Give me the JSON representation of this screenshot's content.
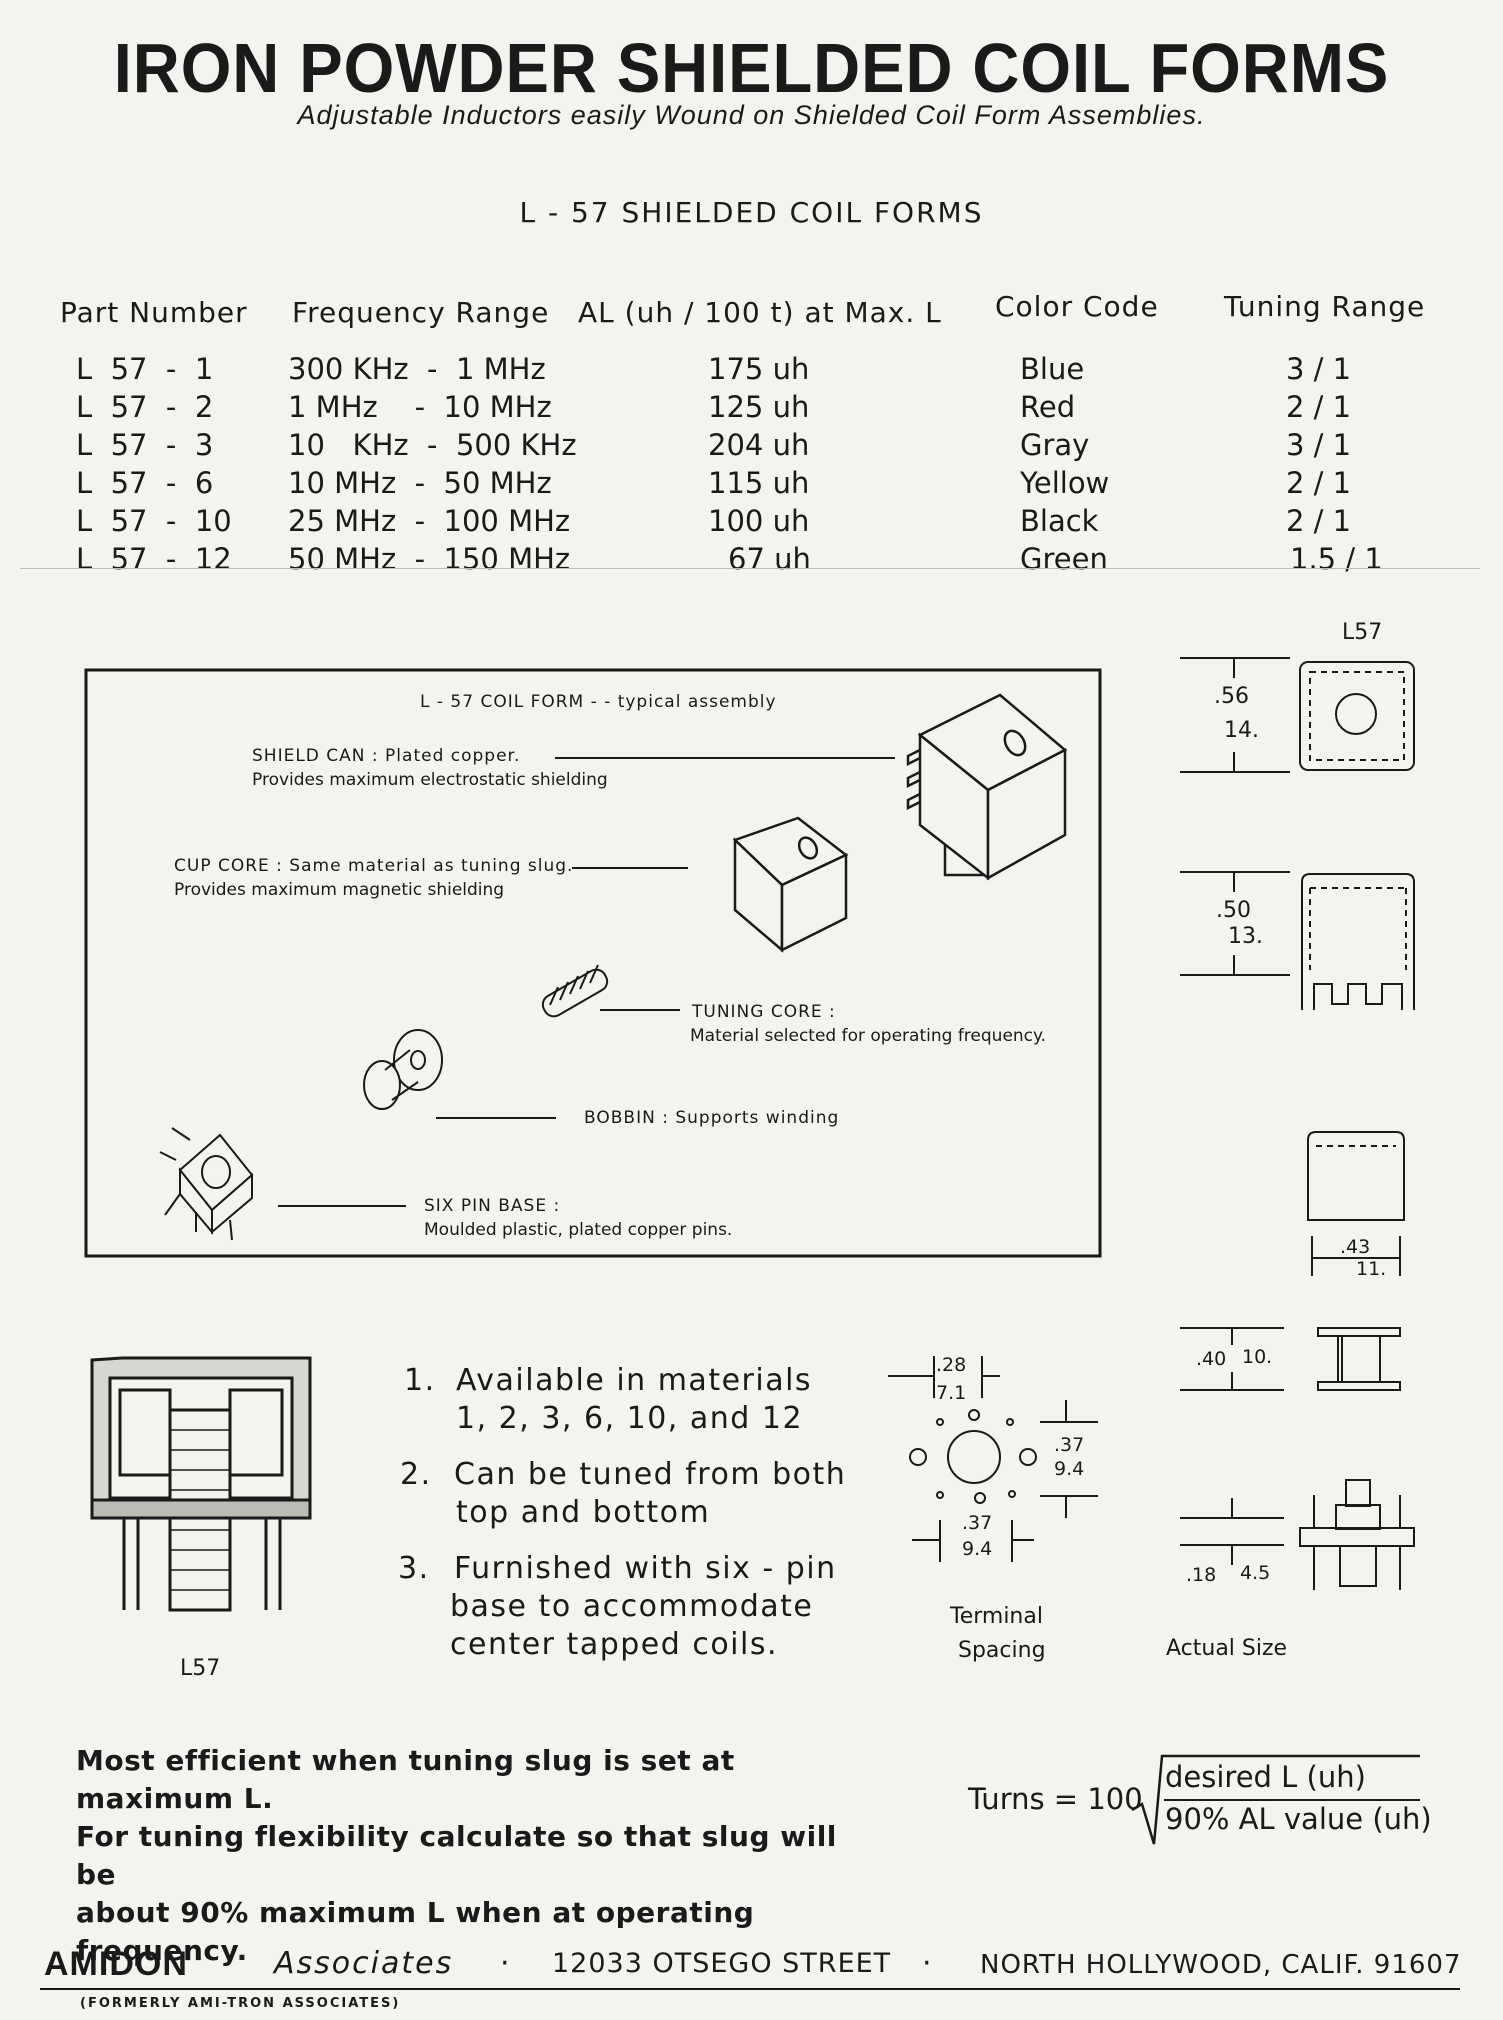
{
  "header": {
    "title": "IRON POWDER SHIELDED COIL FORMS",
    "subtitle": "Adjustable Inductors easily Wound on Shielded  Coil Form Assemblies.",
    "section_title": "L - 57   SHIELDED COIL FORMS"
  },
  "table": {
    "columns": [
      "Part Number",
      "Frequency Range",
      "AL (uh / 100 t) at Max. L",
      "Color Code",
      "Tuning Range"
    ],
    "rows": [
      {
        "part": "L  57  -  1",
        "freq": "300 KHz  -  1 MHz",
        "al": "175 uh",
        "color": "Blue",
        "tuning": "3 / 1"
      },
      {
        "part": "L  57  -  2",
        "freq": "1 MHz    -  10 MHz",
        "al": "125 uh",
        "color": "Red",
        "tuning": "2 / 1"
      },
      {
        "part": "L  57  -  3",
        "freq": "10   KHz  -  500 KHz",
        "al": "204 uh",
        "color": "Gray",
        "tuning": "3 / 1"
      },
      {
        "part": "L  57  -  6",
        "freq": "10 MHz  -  50 MHz",
        "al": "115 uh",
        "color": "Yellow",
        "tuning": "2 / 1"
      },
      {
        "part": "L  57  -  10",
        "freq": "25 MHz  -  100 MHz",
        "al": "100 uh",
        "color": "Black",
        "tuning": "2 / 1"
      },
      {
        "part": "L  57  -  12",
        "freq": "50 MHz  -  150 MHz",
        "al": "67 uh",
        "color": "Green",
        "tuning": "1.5 / 1"
      }
    ]
  },
  "assembly": {
    "title": "L - 57  COIL  FORM  - -  typical assembly",
    "shield_can_1": "SHIELD CAN : Plated copper.",
    "shield_can_2": "Provides maximum electrostatic shielding",
    "cup_core_1": "CUP CORE : Same material as tuning slug.",
    "cup_core_2": "Provides maximum magnetic shielding",
    "tuning_core_1": "TUNING CORE :",
    "tuning_core_2": "Material selected for operating frequency.",
    "bobbin": "BOBBIN :  Supports winding",
    "base_1": "SIX  PIN  BASE :",
    "base_2": "Moulded plastic, plated copper pins."
  },
  "dimensions": {
    "top_label": "L57",
    "d1_in": ".56",
    "d1_mm": "14.",
    "d2_in": ".50",
    "d2_mm": "13.",
    "d3_in": ".43",
    "d3_mm": "11.",
    "d4_in": ".40",
    "d4_mm": "10.",
    "d5_in": ".18",
    "d5_mm": "4.5",
    "actual_size": "Actual Size"
  },
  "terminal": {
    "a_in": ".28",
    "a_mm": "7.1",
    "b_in": ".37",
    "b_mm": "9.4",
    "c_in": ".37",
    "c_mm": "9.4",
    "label_1": "Terminal",
    "label_2": "Spacing"
  },
  "cross_section_label": "L57",
  "features": [
    {
      "num": "1.",
      "line1": "Available in materials",
      "line2": "1, 2, 3, 6, 10, and 12"
    },
    {
      "num": "2.",
      "line1": "Can be tuned from both",
      "line2": "top and bottom"
    },
    {
      "num": "3.",
      "line1": "Furnished with six - pin",
      "line2": "base to accommodate",
      "line3": "center tapped coils."
    }
  ],
  "note": {
    "line1": "Most efficient when tuning slug is set at maximum  L.",
    "line2": "For tuning flexibility calculate so that slug will  be",
    "line3": "about 90% maximum  L  when at operating frequency."
  },
  "formula": {
    "lhs": "Turns = 100",
    "numerator": "desired  L  (uh)",
    "denominator": "90% AL value  (uh)"
  },
  "footer": {
    "brand": "AMIDON",
    "assoc": "Associates",
    "dot": "·",
    "street": "12033 OTSEGO STREET",
    "city": "NORTH  HOLLYWOOD,  CALIF.  91607",
    "former": "(FORMERLY AMI-TRON ASSOCIATES)"
  }
}
